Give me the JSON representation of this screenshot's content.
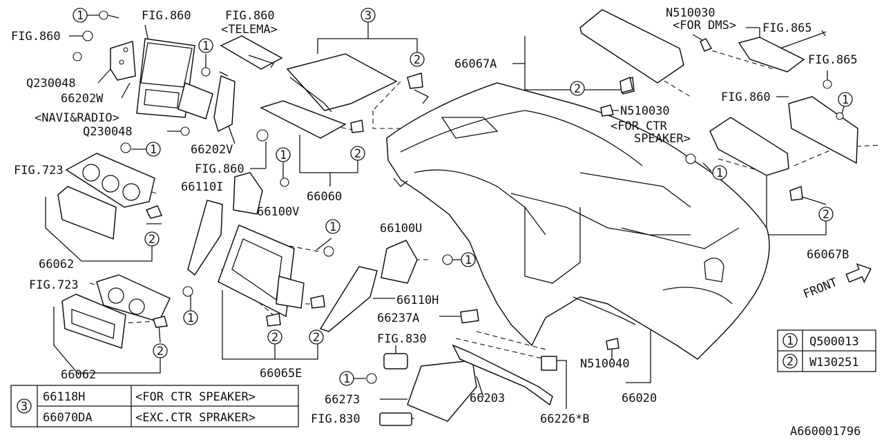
{
  "callouts": {
    "one": "1",
    "two": "2",
    "three": "3"
  },
  "labels": {
    "fig860_tl": "FIG.860",
    "fig860_left": "FIG.860",
    "q230048_a": "Q230048",
    "p66202w": "66202W",
    "navi_radio": "<NAVI&RADIO>",
    "q230048_b": "Q230048",
    "p66202v": "66202V",
    "fig860_telema": "FIG.860",
    "telema": "<TELEMA>",
    "fig860_mid": "FIG.860",
    "p66060": "66060",
    "fig723_a": "FIG.723",
    "p66062_a": "66062",
    "fig723_b": "FIG.723",
    "p66062_b": "66062",
    "p66110i": "66110I",
    "p66100v": "66100V",
    "p66065e": "66065E",
    "p66100u": "66100U",
    "p66110h": "66110H",
    "p66237a": "66237A",
    "fig830_a": "FIG.830",
    "p66273": "66273",
    "fig830_b": "FIG.830",
    "p66203": "66203",
    "p66226b": "66226*B",
    "p66067a": "66067A",
    "n510030_a": "N510030",
    "for_dms": "<FOR DMS>",
    "fig865_a": "FIG.865",
    "fig865_b": "FIG.865",
    "n510030_b": "N510030",
    "for_ctr": "<FOR CTR",
    "speaker": "SPEAKER>",
    "fig860_right": "FIG.860",
    "p66067b": "66067B",
    "front": "FRONT",
    "n510040": "N510040",
    "p66020": "66020",
    "diagram_id": "A660001796"
  },
  "variant_table": {
    "callout": "3",
    "rows": [
      {
        "part": "66118H",
        "note": "<FOR CTR SPEAKER>"
      },
      {
        "part": "66070DA",
        "note": "<EXC.CTR SPRAKER>"
      }
    ]
  },
  "legend_table": {
    "rows": [
      {
        "callout": "1",
        "part": "Q500013"
      },
      {
        "callout": "2",
        "part": "W130251"
      }
    ]
  }
}
